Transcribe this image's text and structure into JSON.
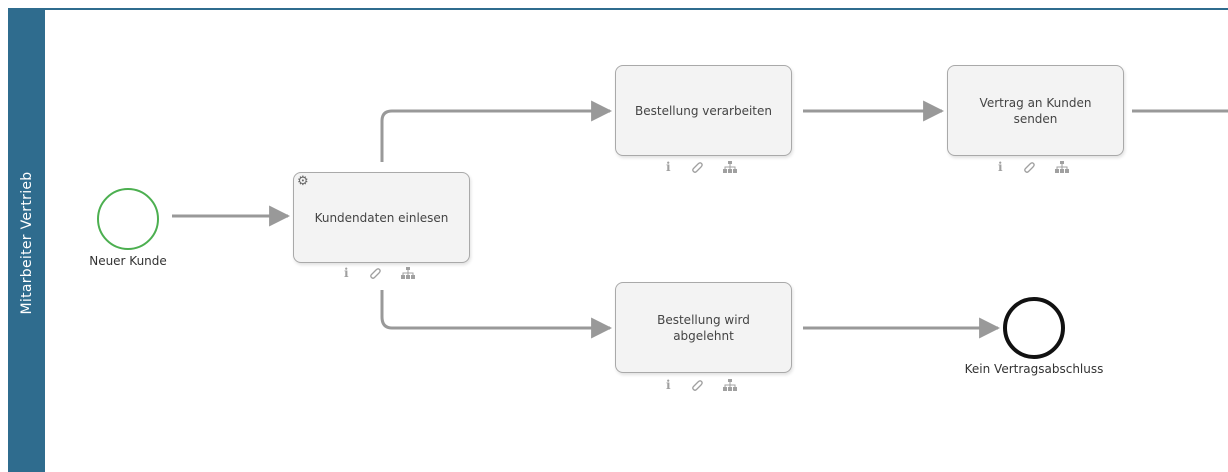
{
  "lane": {
    "label": "Mitarbeiter Vertrieb"
  },
  "events": {
    "start": {
      "label": "Neuer Kunde"
    },
    "end": {
      "label": "Kein Vertragsabschluss"
    }
  },
  "tasks": {
    "kundendaten": {
      "label": "Kundendaten einlesen",
      "type": "service-task",
      "icon": "gear-icon"
    },
    "bestellung_verarbeiten": {
      "label": "Bestellung verarbeiten"
    },
    "vertrag_senden": {
      "label": "Vertrag an Kunden senden"
    },
    "bestellung_abgelehnt": {
      "label": "Bestellung wird abgelehnt"
    }
  },
  "task_icons": [
    "info-icon",
    "attachment-icon",
    "hierarchy-icon"
  ],
  "colors": {
    "lane": "#2f6c8e",
    "start_event": "#4caf50",
    "end_event": "#111111",
    "flow": "#999999"
  }
}
